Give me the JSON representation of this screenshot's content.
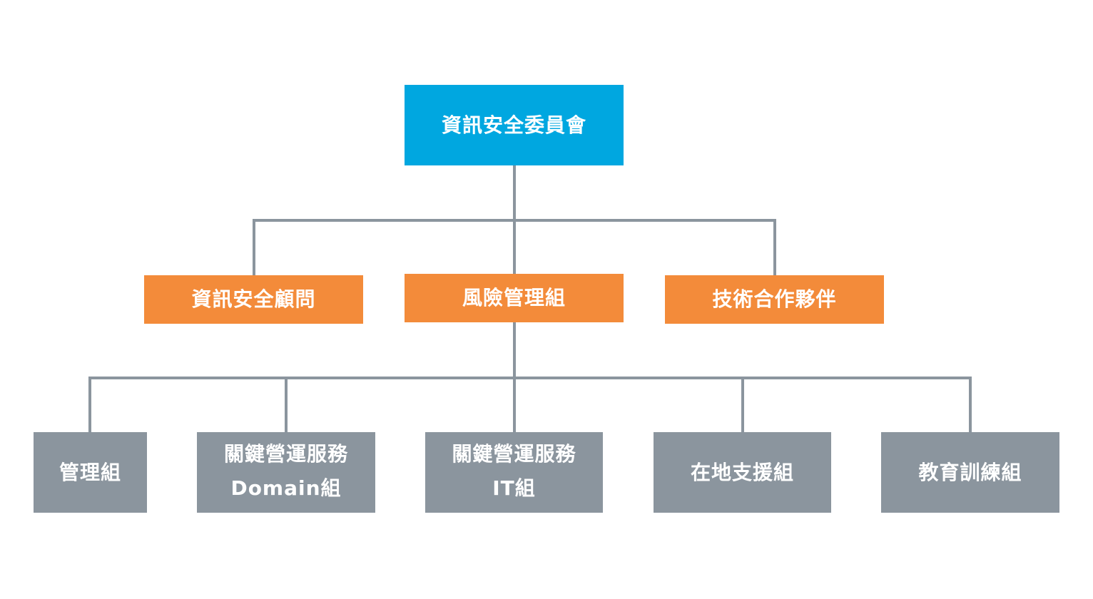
{
  "colors": {
    "top": "#00a7e0",
    "middle": "#f38b3a",
    "bottom": "#8b959e",
    "connector": "#8b959e"
  },
  "nodes": {
    "root": {
      "label": "資訊安全委員會"
    },
    "level2": [
      {
        "label": "資訊安全顧問"
      },
      {
        "label": "風險管理組"
      },
      {
        "label": "技術合作夥伴"
      }
    ],
    "level3": [
      {
        "line1": "管理組",
        "line2": ""
      },
      {
        "line1": "關鍵營運服務",
        "line2": "Domain組"
      },
      {
        "line1": "關鍵營運服務",
        "line2": "IT組"
      },
      {
        "line1": "在地支援組",
        "line2": ""
      },
      {
        "line1": "教育訓練組",
        "line2": ""
      }
    ]
  }
}
